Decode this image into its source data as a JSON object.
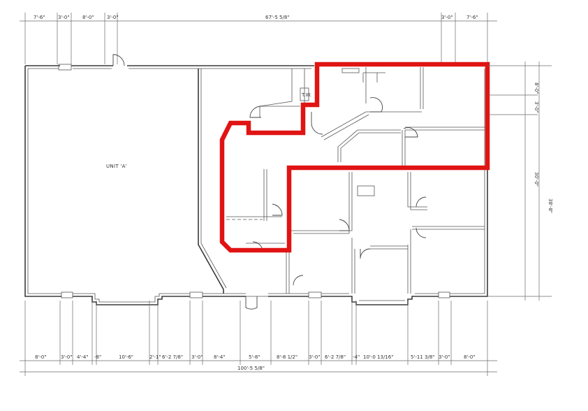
{
  "plan": {
    "unit_label": "UNIT 'A'",
    "wc_label": "T.W.",
    "highlight_color": "#e01414",
    "top_dimensions": [
      "7'-6\"",
      "3'-0\"",
      "8'-0\"",
      "3'-0\"",
      "67'-5 5/8\"",
      "3'-0\"",
      "7'-6\""
    ],
    "bottom_dimensions": [
      "8'-0\"",
      "3'-0\"",
      "4'-4\"",
      "-8\"",
      "10'-6\"",
      "2'-1\"",
      "6'-2 7/8\"",
      "3'-0\"",
      "8'-4\"",
      "5'-8\"",
      "8'-8 1/2\"",
      "3'-0\"",
      "6'-2 7/8\"",
      "-4\"",
      "10'-0 13/16\"",
      "5'-11 3/8\"",
      "3'-0\"",
      "8'-0\""
    ],
    "overall_width": "100'-5 5/8\"",
    "right_dimensions": [
      "8'-0\"",
      "3'-0\"",
      "30'-0\""
    ],
    "overall_depth": "38'-8\""
  }
}
